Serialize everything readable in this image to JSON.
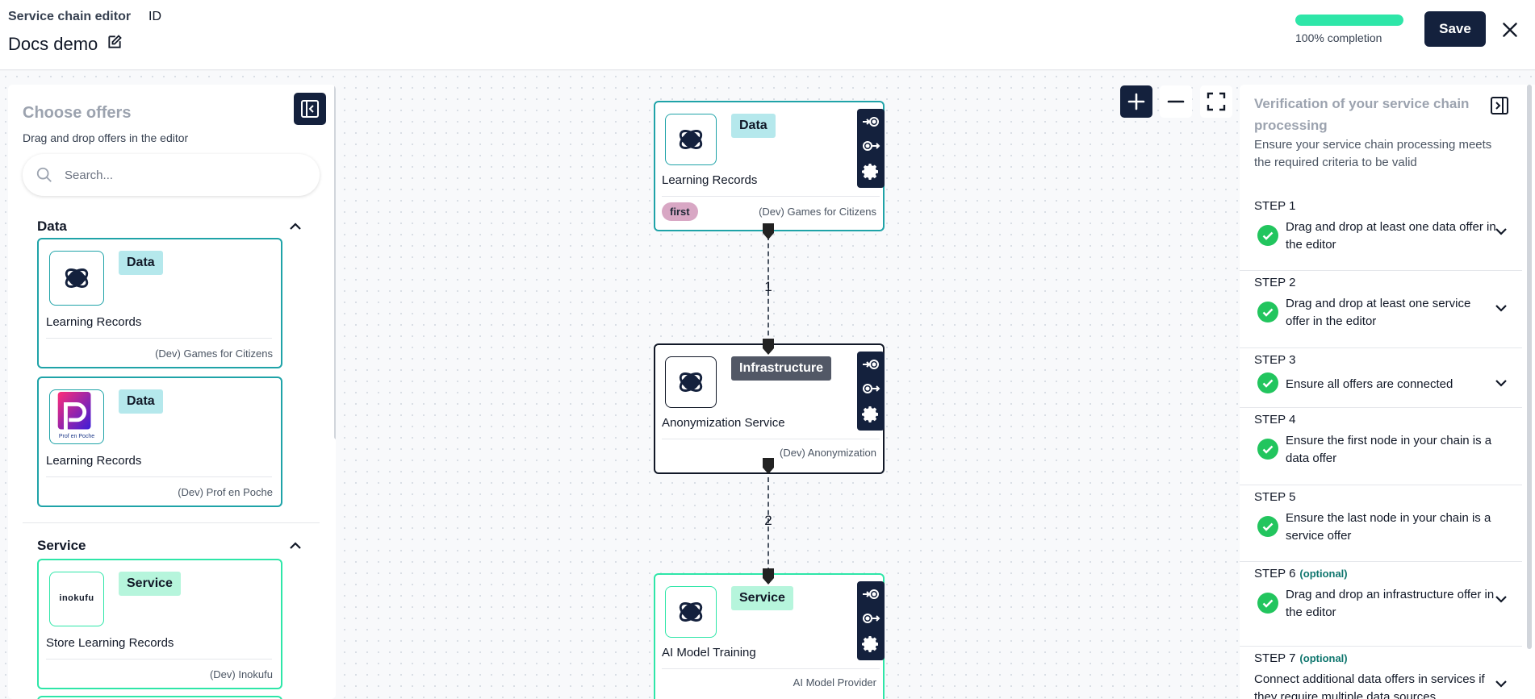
{
  "header": {
    "label": "Service chain editor",
    "id_label": "ID",
    "title": "Docs demo",
    "completion_label": "100% completion",
    "completion_value": 100,
    "save_label": "Save"
  },
  "colors": {
    "navy": "#14213d",
    "data_teal": "#1fa3a8",
    "service_green": "#2ee6a8",
    "check_green": "#22c55e"
  },
  "left_panel": {
    "title": "Choose offers",
    "subtitle": "Drag and drop offers in the editor",
    "search_placeholder": "Search...",
    "sections": [
      {
        "heading": "Data",
        "offers": [
          {
            "badge": "Data",
            "name": "Learning Records",
            "provider": "(Dev) Games for Citizens",
            "logo": "visions-logo-icon"
          },
          {
            "badge": "Data",
            "name": "Learning Records",
            "provider": "(Dev) Prof en Poche",
            "logo": "prof-en-poche-logo",
            "logo_text": "Prof en Poche"
          }
        ]
      },
      {
        "heading": "Service",
        "offers": [
          {
            "badge": "Service",
            "name": "Store Learning Records",
            "provider": "(Dev) Inokufu",
            "logo": "inokufu-logo",
            "logo_text": "inokufu"
          }
        ]
      }
    ]
  },
  "nodes": [
    {
      "badge": "Data",
      "name": "Learning Records",
      "provider": "(Dev) Games for Citizens",
      "tag": "first",
      "type": "data"
    },
    {
      "badge": "Infrastructure",
      "name": "Anonymization Service",
      "provider": "(Dev) Anonymization",
      "type": "infrastructure"
    },
    {
      "badge": "Service",
      "name": "AI Model Training",
      "provider": "AI Model Provider",
      "type": "service"
    }
  ],
  "edges": [
    {
      "label": "1"
    },
    {
      "label": "2"
    }
  ],
  "right_panel": {
    "title": "Verification of your service chain processing",
    "subtitle": "Ensure your service chain processing meets the required criteria to be valid",
    "steps": [
      {
        "label": "STEP 1",
        "optional": "",
        "text": "Drag and drop at least one data offer in the editor",
        "done": true,
        "expandable": true
      },
      {
        "label": "STEP 2",
        "optional": "",
        "text": "Drag and drop at least one service offer in the editor",
        "done": true,
        "expandable": true
      },
      {
        "label": "STEP 3",
        "optional": "",
        "text": "Ensure all offers are connected",
        "done": true,
        "expandable": true
      },
      {
        "label": "STEP 4",
        "optional": "",
        "text": "Ensure the first node in your chain is a data offer",
        "done": true,
        "expandable": false
      },
      {
        "label": "STEP 5",
        "optional": "",
        "text": "Ensure the last node in your chain is a service offer",
        "done": true,
        "expandable": false
      },
      {
        "label": "STEP 6",
        "optional": "(optional)",
        "text": "Drag and drop an infrastructure offer in the editor",
        "done": true,
        "expandable": true
      },
      {
        "label": "STEP 7",
        "optional": "(optional)",
        "text": "Connect additional data offers in services if they require multiple data sources",
        "done": false,
        "expandable": true
      }
    ]
  }
}
